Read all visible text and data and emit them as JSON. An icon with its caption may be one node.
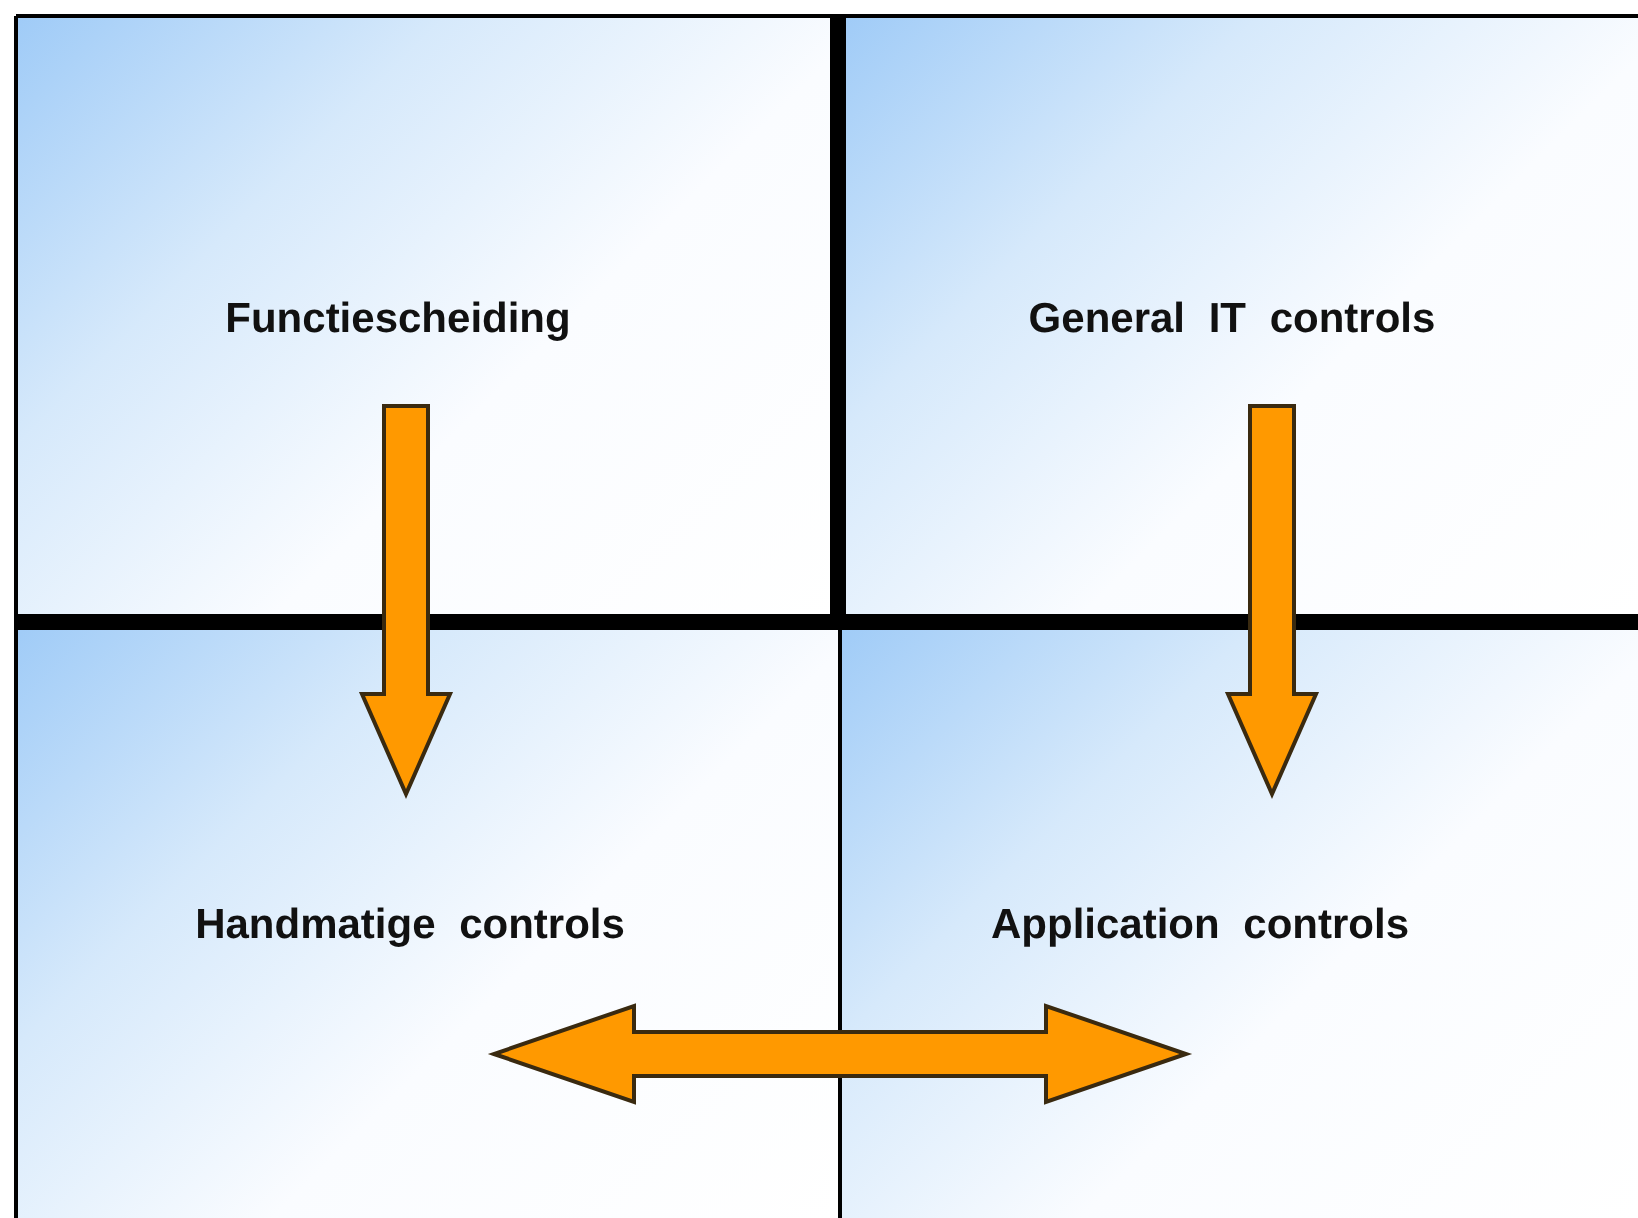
{
  "diagram": {
    "nodes": [
      {
        "text": [
          "Functiescheiding"
        ]
      },
      {
        "text": [
          "General IT controls"
        ]
      },
      {
        "text": [
          "Handmatige controls"
        ]
      },
      {
        "text": [
          "Application controls"
        ]
      }
    ],
    "edges": [
      {
        "from": 0,
        "to": 2,
        "arrow": "to"
      },
      {
        "from": 1,
        "to": 3,
        "arrow": "to"
      },
      {
        "from": 2,
        "to": 3,
        "arrow": "both"
      }
    ]
  }
}
